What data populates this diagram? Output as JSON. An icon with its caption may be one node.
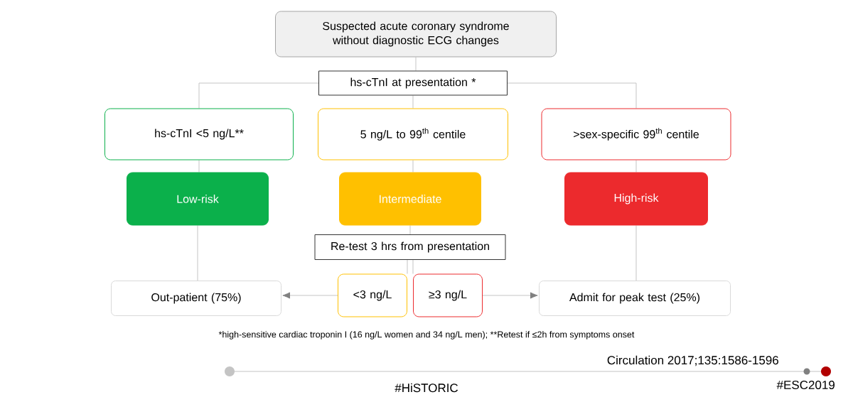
{
  "diagram": {
    "nodes": [
      {
        "text": [
          "Suspected acute coronary syndrome without diagnostic ECG changes"
        ]
      },
      {
        "text": [
          "hs-cTnI at presentation *"
        ]
      },
      {
        "text": [
          "hs-cTnI <5 ng/L**"
        ]
      },
      {
        "text": [
          "5 ng/L to 99$^{th}$ centile"
        ]
      },
      {
        "text": [
          ">sex-specific 99$^{th}$ centile"
        ]
      },
      {
        "text": [
          "Low-risk"
        ]
      },
      {
        "text": [
          "Intermediate"
        ]
      },
      {
        "text": [
          "High-risk"
        ]
      },
      {
        "text": [
          "Re-test 3 hrs from presentation"
        ]
      },
      {
        "text": [
          "Out-patient (75%)"
        ]
      },
      {
        "text": [
          "<3 ng/L"
        ]
      },
      {
        "text": [
          "≥3 ng/L"
        ]
      },
      {
        "text": [
          "Admit for peak test (25%)"
        ]
      }
    ],
    "edges": [
      {
        "from": 0,
        "to": 1,
        "arrow": "none"
      },
      {
        "from": 1,
        "to": 2,
        "arrow": "none"
      },
      {
        "from": 1,
        "to": 3,
        "arrow": "none"
      },
      {
        "from": 1,
        "to": 4,
        "arrow": "none"
      },
      {
        "from": 2,
        "to": 5,
        "arrow": "none"
      },
      {
        "from": 3,
        "to": 6,
        "arrow": "none"
      },
      {
        "from": 4,
        "to": 7,
        "arrow": "none"
      },
      {
        "from": 5,
        "to": 9,
        "arrow": "none"
      },
      {
        "from": 6,
        "to": 8,
        "arrow": "none"
      },
      {
        "from": 8,
        "to": 10,
        "arrow": "none"
      },
      {
        "from": 8,
        "to": 11,
        "arrow": "none"
      },
      {
        "from": 7,
        "to": 12,
        "arrow": "none"
      },
      {
        "from": 10,
        "to": 9,
        "arrow": "to"
      },
      {
        "from": 11,
        "to": 12,
        "arrow": "to"
      }
    ],
    "labels": [
      "*high-sensitive cardiac troponin I (16 ng/L women and 34 ng/L men); **Retest if ≤2h from symptoms onset",
      "Circulation 2017;135:1586-1596",
      "#HiSTORIC",
      "#ESC2019"
    ]
  }
}
